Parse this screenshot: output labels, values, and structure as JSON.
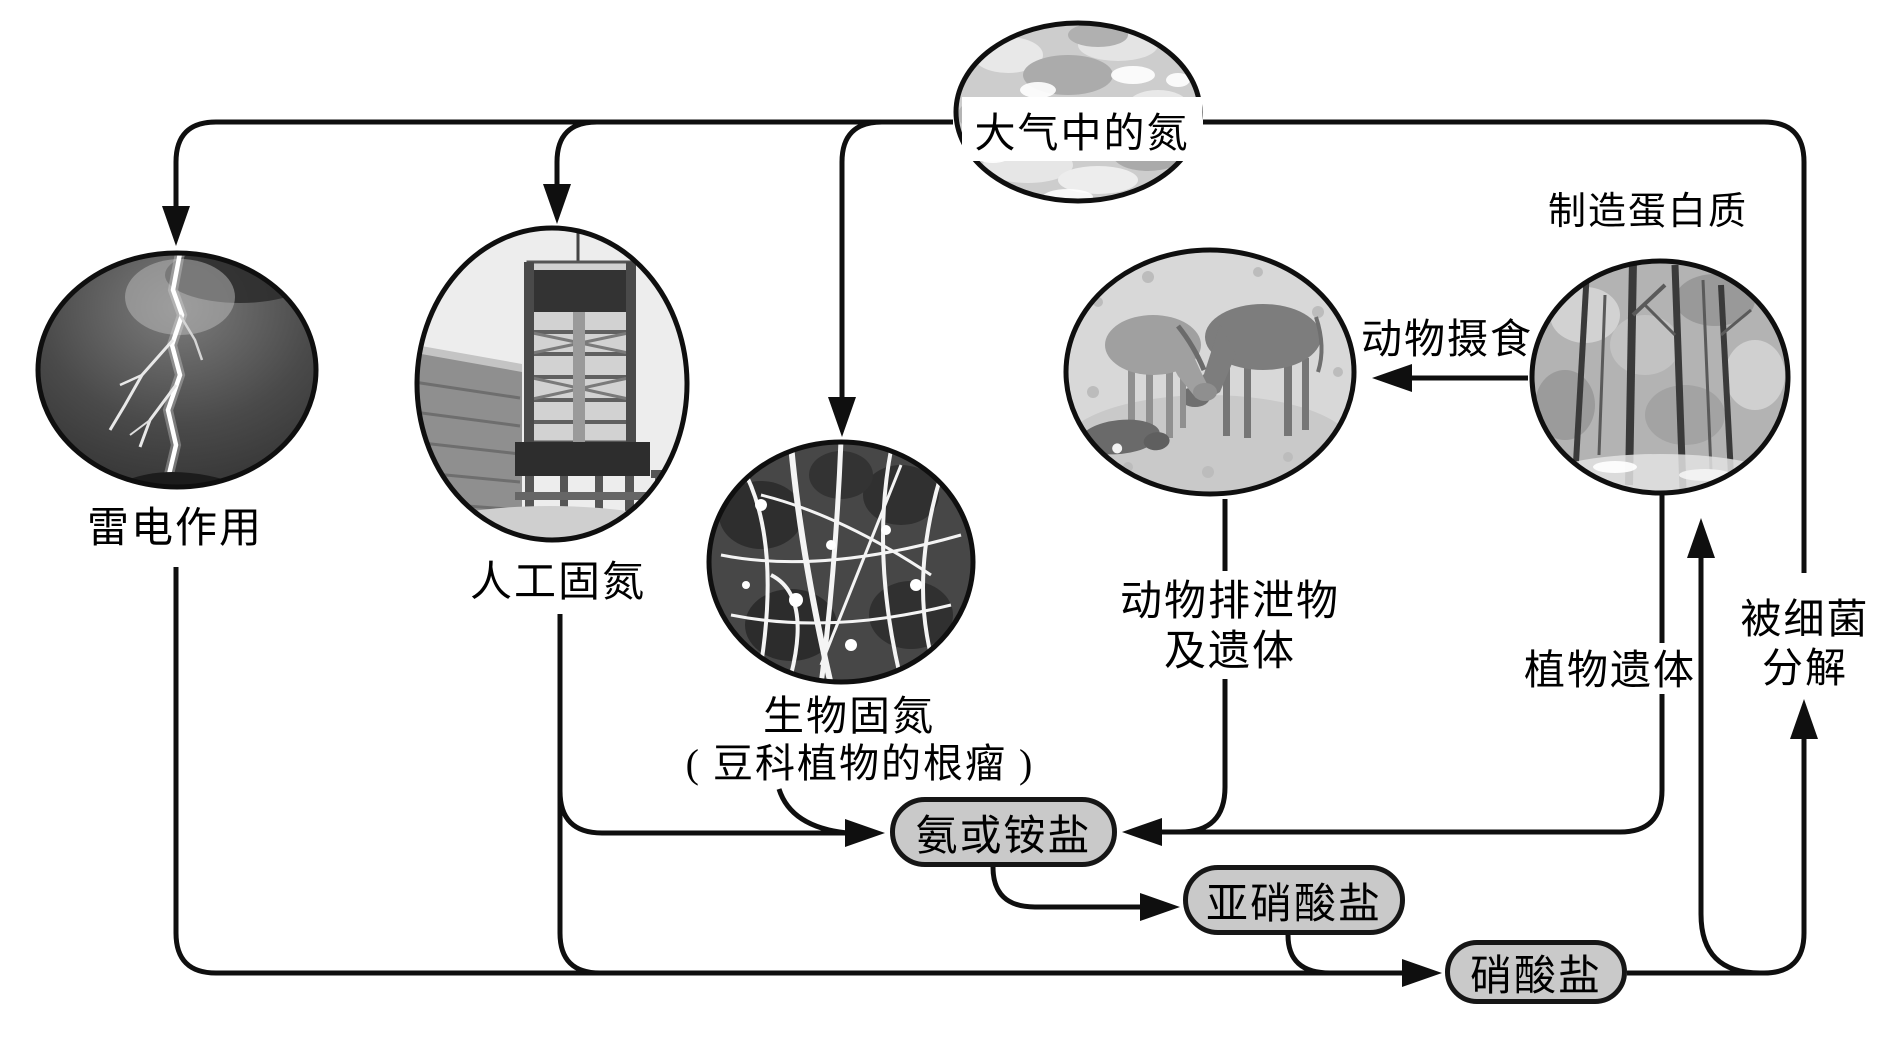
{
  "diagram": {
    "atmosphere": {
      "label": "大气中的氮"
    },
    "fixation": {
      "lightning": {
        "label": "雷电作用"
      },
      "industrial": {
        "label": "人工固氮"
      },
      "biological": {
        "label": "生物固氮",
        "note": "( 豆科植物的根瘤 )"
      }
    },
    "organisms": {
      "plants": {
        "label": "制造蛋白质"
      },
      "animals": {
        "feeding_label": "动物摄食",
        "waste_line1": "动物排泄物",
        "waste_line2": "及遗体"
      },
      "plant_remains_label": "植物遗体",
      "bacteria_line1": "被细菌",
      "bacteria_line2": "分解"
    },
    "compounds": {
      "ammonia": {
        "label": "氨或铵盐"
      },
      "nitrite": {
        "label": "亚硝酸盐"
      },
      "nitrate": {
        "label": "硝酸盐"
      }
    },
    "colors": {
      "line": "#0f0f0f",
      "box_fill": "#c9c9c9",
      "box_border": "#161616"
    }
  }
}
